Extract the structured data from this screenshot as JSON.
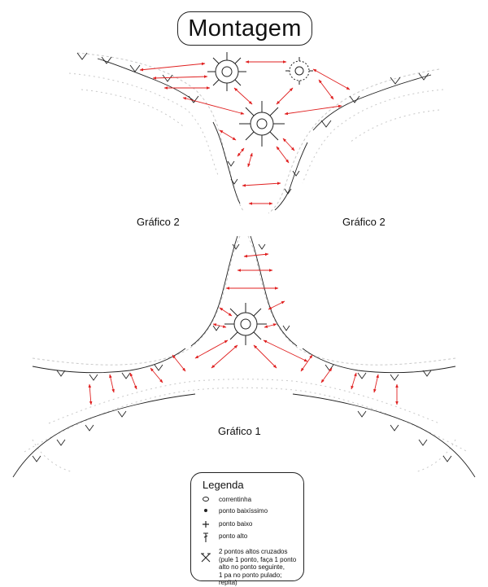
{
  "title": "Montagem",
  "labels": {
    "chart2_left": "Gráfico 2",
    "chart2_right": "Gráfico 2",
    "chart1": "Gráfico 1"
  },
  "legend": {
    "title": "Legenda",
    "items": [
      {
        "icon": "chain-stitch-icon",
        "label": "correntinha"
      },
      {
        "icon": "slip-stitch-icon",
        "label": "ponto baixíssimo"
      },
      {
        "icon": "single-crochet-icon",
        "label": "ponto baixo"
      },
      {
        "icon": "double-crochet-icon",
        "label": "ponto alto"
      },
      {
        "icon": "crossed-double-crochet-icon",
        "label": "2 pontos altos cruzados\n(pule 1 ponto, faça 1 ponto\nalto no ponto seguinte,\n1 pa no ponto pulado; repita)"
      }
    ]
  },
  "colors": {
    "connector": "#e02020",
    "outline": "#222222",
    "faint_stitches": "#c8c8c8"
  }
}
